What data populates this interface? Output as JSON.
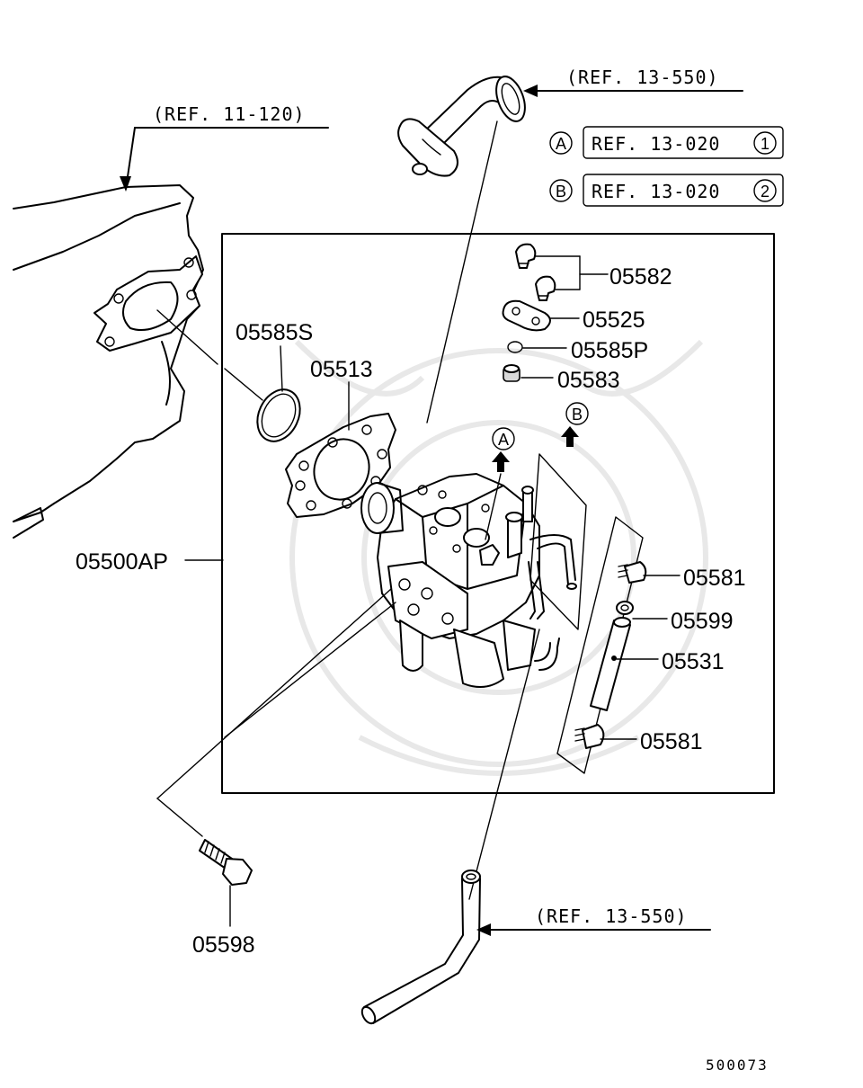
{
  "refs": {
    "top_pipe": "(REF. 13-550)",
    "left_head": "(REF. 11-120)",
    "bottom_pipe": "(REF. 13-550)",
    "box_a": {
      "marker": "A",
      "text": "REF. 13-020",
      "num": "1"
    },
    "box_b": {
      "marker": "B",
      "text": "REF. 13-020",
      "num": "2"
    }
  },
  "parts": {
    "p05582": "05582",
    "p05525": "05525",
    "p05585p": "05585P",
    "p05583": "05583",
    "p05585s": "05585S",
    "p05513": "05513",
    "p05500ap": "05500AP",
    "p05581_top": "05581",
    "p05599": "05599",
    "p05531": "05531",
    "p05581_bottom": "05581",
    "p05598": "05598"
  },
  "markers": {
    "a": "A",
    "b": "B"
  },
  "diagram_code": "500073"
}
